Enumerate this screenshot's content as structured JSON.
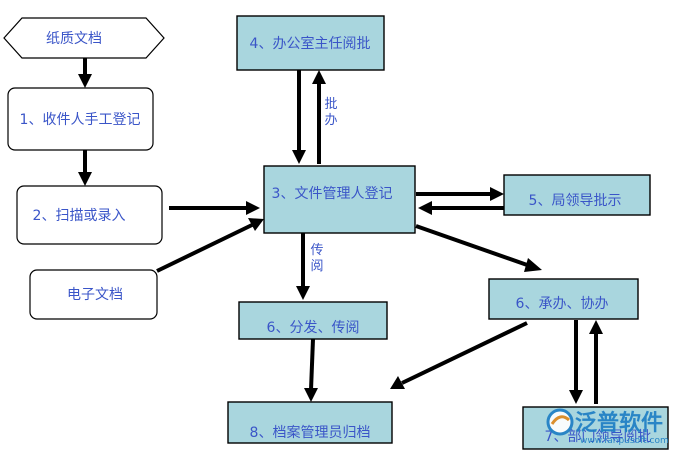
{
  "nodes": {
    "paper_doc": "纸质文档",
    "step1": "1、收件人手工登记",
    "step2": "2、扫描或录入",
    "e_doc": "电子文档",
    "step3": "3、文件管理人登记",
    "step4": "4、办公室主任阅批",
    "step5": "5、局领导批示",
    "step6": "6、分发、传阅",
    "step6b": "6、承办、协办",
    "step7": "7、部门领导阅批",
    "step8": "8、档案管理员归档"
  },
  "edges": {
    "piban": [
      "批",
      "办"
    ],
    "chuanyue": [
      "传",
      "阅"
    ]
  },
  "watermark": {
    "brand": "泛普软件",
    "url": "www.fanpusoft.com"
  },
  "colors": {
    "box_fill": "#a9d6de",
    "text": "#3a55c8",
    "arrow": "#000000"
  }
}
